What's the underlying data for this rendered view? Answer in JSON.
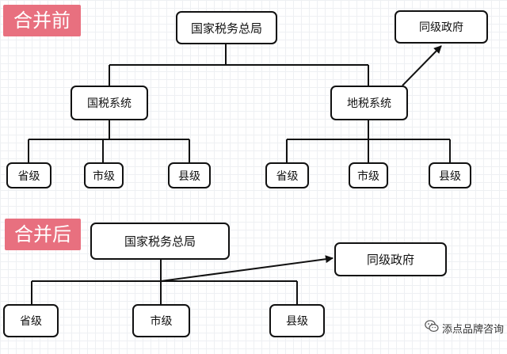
{
  "before": {
    "label": "合并前",
    "top": "国家税务总局",
    "gov": "同级政府",
    "left_system": "国税系统",
    "right_system": "地税系统",
    "levels": [
      "省级",
      "市级",
      "县级"
    ]
  },
  "after": {
    "label": "合并后",
    "top": "国家税务总局",
    "gov": "同级政府",
    "levels": [
      "省级",
      "市级",
      "县级"
    ]
  },
  "watermark": {
    "text": "添点品牌咨询",
    "icon": "wechat-icon"
  },
  "colors": {
    "label_bg": "#e8707f",
    "line": "#111111"
  }
}
